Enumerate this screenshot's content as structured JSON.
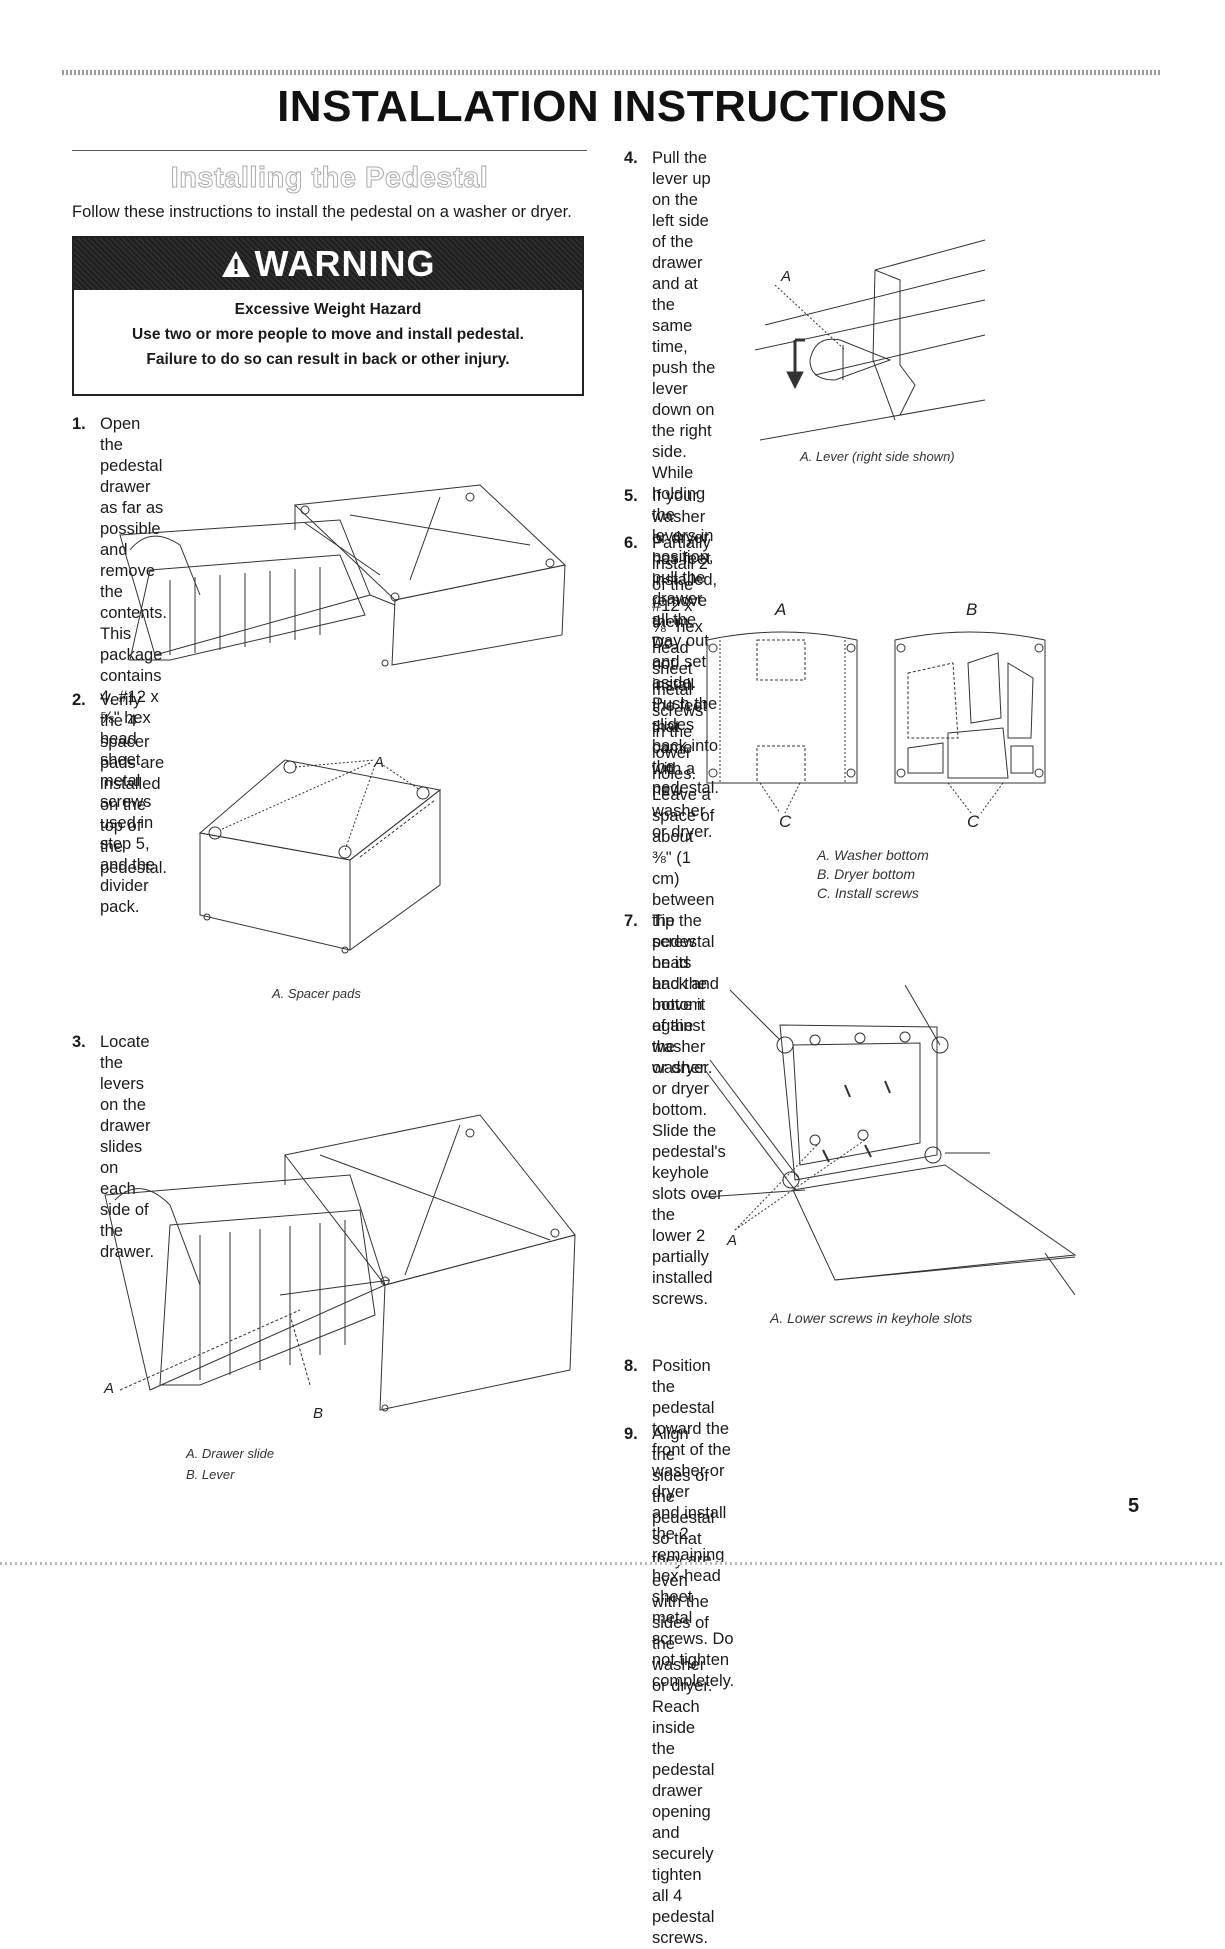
{
  "page": {
    "title": "INSTALLATION INSTRUCTIONS",
    "section_heading": "Installing the Pedestal",
    "intro": "Follow these instructions to install the pedestal on a washer or dryer.",
    "page_number": "5"
  },
  "warning": {
    "header": "WARNING",
    "lines": [
      "Excessive Weight Hazard",
      "Use two or more people to move and install pedestal.",
      "Failure to do so can result in back or other injury."
    ]
  },
  "steps": [
    {
      "num": "1.",
      "lines": [
        "Open the pedestal drawer as far as possible and remove the",
        "contents. This package contains 4, #12 x ⅝\" hex head sheet",
        "metal screws used in step 5, and the divider pack."
      ]
    },
    {
      "num": "2.",
      "lines": [
        "Verify the 4 spacer pads are installed on the top of the",
        "pedestal."
      ]
    },
    {
      "num": "3.",
      "lines": [
        "Locate the levers on the drawer slides on each side of the",
        "drawer."
      ]
    },
    {
      "num": "4.",
      "lines": [
        "Pull the lever up on the left side of the drawer and at the",
        "same time, push the lever down on the right side. While",
        "holding the levers in position, pull the drawer all the way out",
        "and set aside. Push the slides back into the pedestal."
      ]
    },
    {
      "num": "5.",
      "lines": [
        "If your washer or dryer has feet installed, remove them. Do",
        "not install the feet that came with a new washer or dryer."
      ]
    },
    {
      "num": "6.",
      "lines": [
        "Partially install 2 of the #12 x ⅝\" hex head sheet metal screws",
        "in the lower holes. Leave a space of about ⅜\" (1 cm) between",
        "the screw head and the bottom of the washer or dryer."
      ]
    },
    {
      "num": "7.",
      "lines": [
        "Tip the pedestal on its back and move it against the washer",
        "or dryer bottom. Slide the pedestal's keyhole slots over the",
        "lower 2 partially installed screws."
      ]
    },
    {
      "num": "8.",
      "lines": [
        "Position the pedestal toward the front of the washer or dryer",
        "and install the 2 remaining hex-head sheet metal screws. Do",
        "not tighten completely."
      ]
    },
    {
      "num": "9.",
      "lines": [
        "Align the sides of the pedestal so that they are even with the",
        "sides of the washer or dryer. Reach inside the pedestal",
        "drawer opening and securely tighten all 4 pedestal screws."
      ]
    }
  ],
  "figures": {
    "spacer": {
      "label_a": "A",
      "caption": "A. Spacer pads"
    },
    "slides": {
      "label_a": "A",
      "label_b": "B",
      "captions": [
        "A. Drawer slide",
        "B. Lever"
      ]
    },
    "lever": {
      "label_a": "A",
      "caption": "A. Lever (right side shown)"
    },
    "bottoms": {
      "label_a": "A",
      "label_b": "B",
      "label_c1": "C",
      "label_c2": "C",
      "captions": [
        "A. Washer bottom",
        "B. Dryer bottom",
        "C. Install screws"
      ]
    },
    "keyhole": {
      "label_a": "A",
      "caption": "A. Lower screws in keyhole slots"
    }
  }
}
